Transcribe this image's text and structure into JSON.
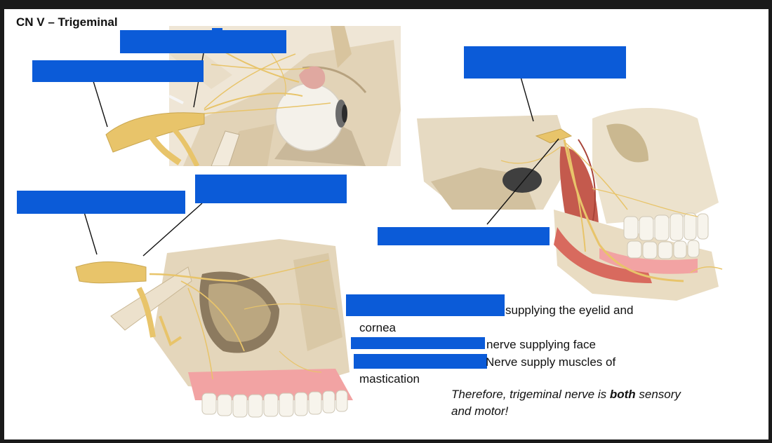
{
  "slide": {
    "title": "CN V – Trigeminal"
  },
  "notes": {
    "line1": "supplying the eyelid and",
    "line1_cont": "cornea",
    "line2": "nerve supplying face",
    "line3": "Nerve supply muscles of",
    "line3_cont": "mastication"
  },
  "conclusion": {
    "before": "Therefore, trigeminal nerve is ",
    "emphasis": "both",
    "after": " sensory",
    "line2": "and motor!"
  },
  "figures": [
    {
      "id": "orbit-lateral-view",
      "kind": "anatomical illustration"
    },
    {
      "id": "mandible-view",
      "kind": "anatomical illustration"
    },
    {
      "id": "maxilla-view",
      "kind": "anatomical illustration"
    }
  ],
  "colors": {
    "redaction": "#0b5bd8",
    "nerve": "#e8c46a",
    "bone": "#e9dcc4",
    "muscle": "#c96055",
    "gum": "#f2a3a3"
  }
}
